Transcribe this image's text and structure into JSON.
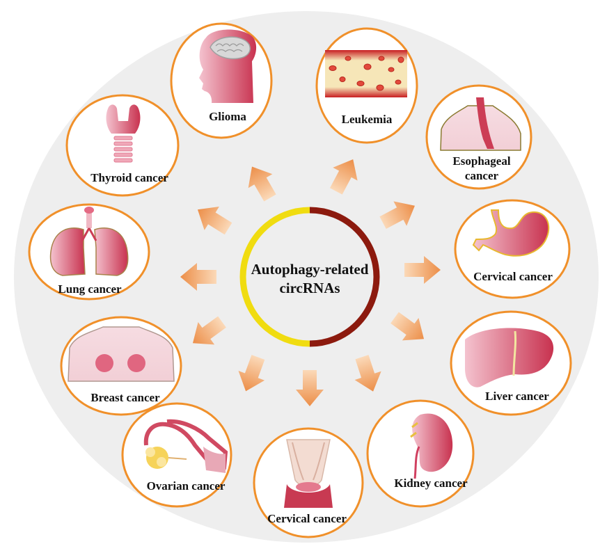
{
  "center": {
    "line1": "Autophagy-related",
    "line2": "circRNAs"
  },
  "cancers": [
    {
      "id": "glioma",
      "label": "Glioma",
      "icon": "brain-icon"
    },
    {
      "id": "leukemia",
      "label": "Leukemia",
      "icon": "blood-cells-icon"
    },
    {
      "id": "esophageal",
      "label": "Esophageal",
      "label2": "cancer",
      "icon": "esophagus-icon"
    },
    {
      "id": "gastric",
      "label": "Cervical cancer",
      "icon": "stomach-icon"
    },
    {
      "id": "liver",
      "label": "Liver cancer",
      "icon": "liver-icon"
    },
    {
      "id": "kidney",
      "label": "Kidney cancer",
      "icon": "kidney-icon"
    },
    {
      "id": "cervical",
      "label": "Cervical cancer",
      "icon": "cervix-icon"
    },
    {
      "id": "ovarian",
      "label": "Ovarian cancer",
      "icon": "ovary-icon"
    },
    {
      "id": "breast",
      "label": "Breast cancer",
      "icon": "breast-icon"
    },
    {
      "id": "lung",
      "label": "Lung cancer",
      "icon": "lungs-icon"
    },
    {
      "id": "thyroid",
      "label": "Thyroid cancer",
      "icon": "thyroid-icon"
    }
  ],
  "colors": {
    "background_disc": "#efefef",
    "circle_border": "#f0902a",
    "arrow": "#f2a56a",
    "ring_yellow": "#f2e10a",
    "ring_red": "#8a1c10",
    "organ_pink": "#d95a78"
  }
}
